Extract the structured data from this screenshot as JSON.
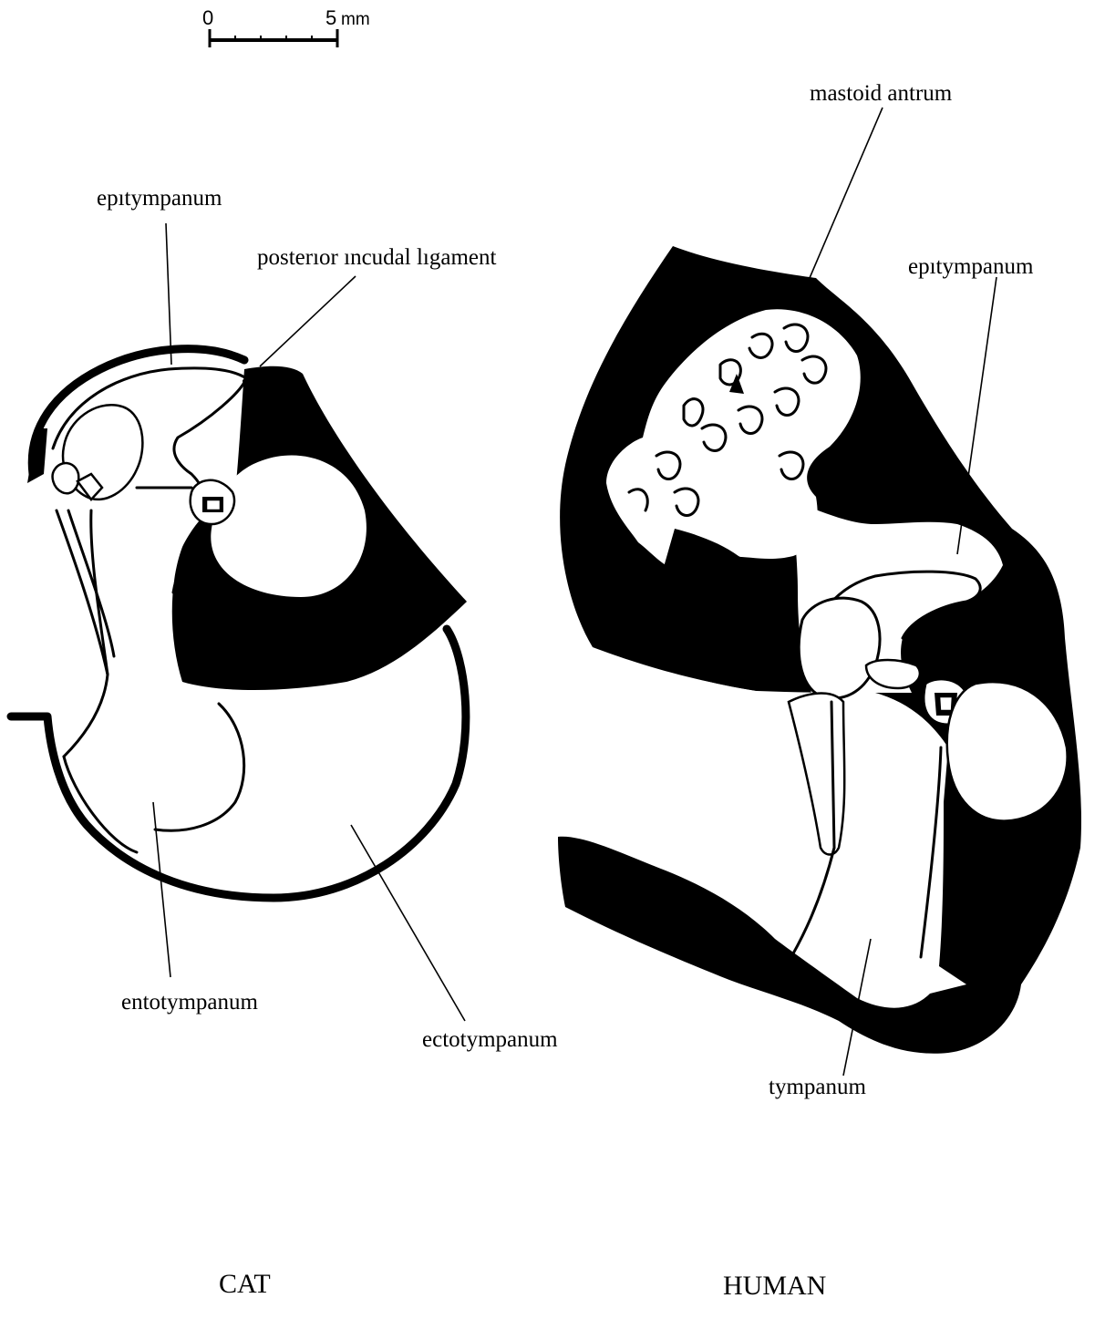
{
  "scale_bar": {
    "start_label": "0",
    "end_label": "5",
    "unit": "mm"
  },
  "cat": {
    "caption": "CAT",
    "labels": {
      "epitympanum": "epıtympanum",
      "posterior_incudal_ligament": "posterıor ıncudal lıgament",
      "entotympanum": "entotympanum",
      "ectotympanum": "ectotympanum"
    }
  },
  "human": {
    "caption": "HUMAN",
    "labels": {
      "mastoid_antrum": "mastoid antrum",
      "epitympanum": "epıtympanum",
      "tympanum": "tympanum"
    }
  }
}
